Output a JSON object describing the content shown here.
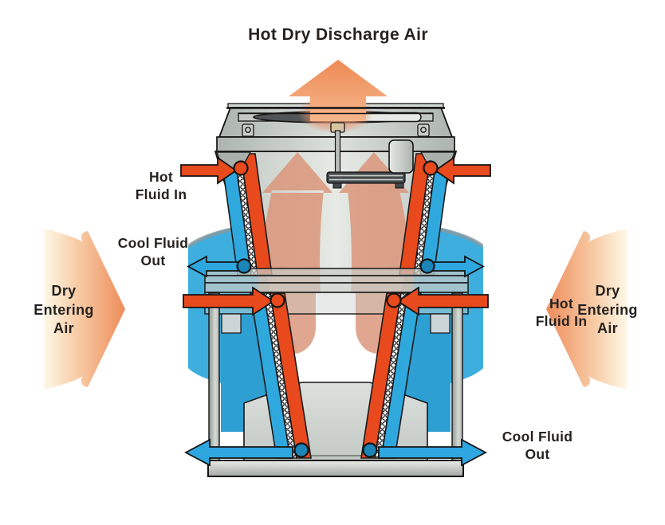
{
  "diagram": {
    "title": "Hot Dry Discharge Air",
    "labels": {
      "hot_fluid_in_left": {
        "line1": "Hot",
        "line2": "Fluid In"
      },
      "cool_fluid_out_left": {
        "line1": "Cool Fluid",
        "line2": "Out"
      },
      "dry_entering_air_left": {
        "line1": "Dry",
        "line2": "Entering",
        "line3": "Air"
      },
      "hot_fluid_in_right": {
        "line1": "Hot",
        "line2": "Fluid In"
      },
      "dry_entering_air_right": {
        "line1": "Dry",
        "line2": "Entering",
        "line3": "Air"
      },
      "cool_fluid_out_bottom": {
        "line1": "Cool Fluid",
        "line2": "Out"
      }
    },
    "colors": {
      "hot_fluid": "#E8491D",
      "cool_fluid": "#2EA7E0",
      "cool_header": "#1B84B8",
      "discharge_air": "#EE8B59",
      "entering_air_warm": "#EF8E5C",
      "entering_air_pale": "#FDF9E8",
      "heated_air_rise": "#DB9276",
      "ambient_air_blue": "#3EAEDE",
      "ambient_air_deep": "#2E9FD2",
      "casing_gray": "#CDD3CF",
      "outline": "#141414"
    }
  }
}
